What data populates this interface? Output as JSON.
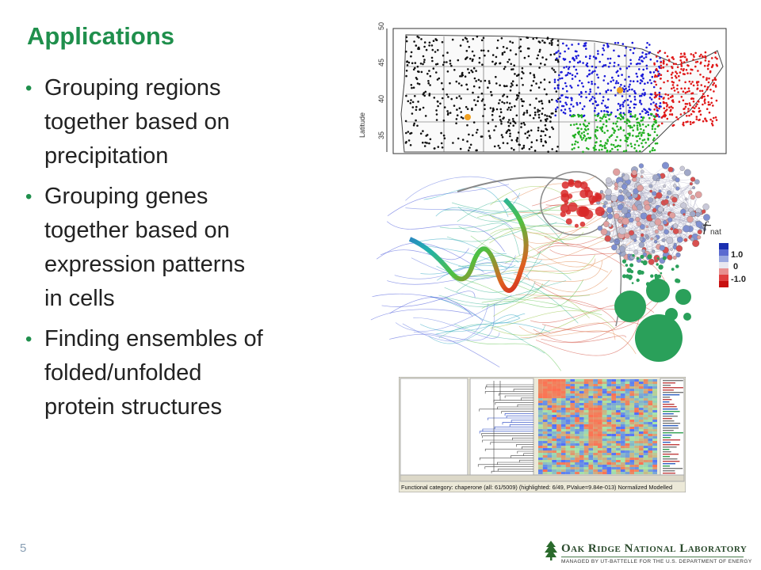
{
  "slide": {
    "title": "Applications",
    "bullets": [
      {
        "line1": "Grouping regions",
        "line2": "together based on",
        "line3": "precipitation"
      },
      {
        "line1": "Grouping genes",
        "line2": "together based on",
        "line3": "expression patterns",
        "line4": "in cells"
      },
      {
        "line1": "Finding ensembles of",
        "line2": "folded/unfolded",
        "line3": "protein structures"
      }
    ],
    "page_number": "5"
  },
  "map_figure": {
    "ylabel": "Latitude",
    "ticks": [
      "50",
      "45",
      "40",
      "35"
    ]
  },
  "network_figure": {
    "legend_symbol": "f",
    "legend_subscript": "nat",
    "legend_ticks": [
      "1.0",
      "0",
      "-1.0"
    ]
  },
  "heatmap_figure": {
    "status_bar": "Functional category: chaperone (all: 61/5009) (highlighted: 6/49, PValue=9.84e-013) Normalized Modelled"
  },
  "logo": {
    "name": "Oak Ridge National Laboratory",
    "tagline": "MANAGED BY UT-BATTELLE FOR THE U.S. DEPARTMENT OF ENERGY"
  },
  "colors": {
    "accent_green": "#1f8f4c",
    "cluster_black": "#111111",
    "cluster_blue": "#1a1ad8",
    "cluster_red": "#e01818",
    "cluster_green": "#22b022"
  }
}
